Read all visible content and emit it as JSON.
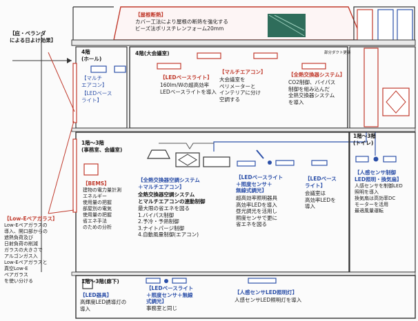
{
  "insulation": {
    "title": "【屋根断熱】",
    "body": "カバー工法により屋根の断熱を強化する\nビーズ法ポリスチレンフォーム20mm"
  },
  "eaves_note": "【庇・ベランダ\nによる日よけ効果】",
  "floor4_hall": {
    "title": "4階\n(ホール)",
    "multi_ac": "【マルチ\nエアコン】",
    "led_base": "【LEDベース\nライト】"
  },
  "floor4_big": {
    "title": "4階(大会議室)",
    "note": "部分ダクト更新",
    "led": {
      "title": "【LEDベースライト】",
      "body": "160lm/Wの超高効率\nLEDベースライトを導入"
    },
    "ac": {
      "title": "【マルチエアコン】",
      "body": "大会議室を\nペリメーターと\nインテリアに分け\n空調する"
    },
    "hx": {
      "title": "【全熱交換器システム】",
      "body": "CO2制御、バイパス\n制御を組み込んだ\n全熱交換器システム\nを導入"
    }
  },
  "floor1_3": {
    "title": "1階～3階\n(事務室、会議室)",
    "bems": {
      "title": "【BEMS】",
      "body": "建物の電力量計測\nエネルギー\n使用量の把握\n部屋別の電気\n使用量の把握\n省エネ手法\nのための分析"
    },
    "hx_ac": {
      "title": "【全熱交換器空調システム\n＋マルチエアコン】",
      "subtitle": "全熱交換器空調システム\nとマルチエアコンの連動制御",
      "body": "最大限の省エネを図る\n1.バイパス制御\n2.予冷・予熱制御\n3.ナイトパージ制御\n4.自動風量制御(エアコン)"
    },
    "led_sensor": {
      "title": "【LEDベースライト\n＋照度センサ＋\n無線式調光】",
      "body": "超高効率照明器具\n高効率LEDを導入\n昼光調光を活用し\n照度センサで更に\n省エネを図る"
    },
    "led_base": {
      "title": "【LEDベース\nライト】",
      "body": "会議室は\n高効率LEDを\n導入"
    }
  },
  "toilet": {
    "title": "1階～3階\n(トイレ)",
    "item_title": "【人感センサ制御\nLED照明・換気扇】",
    "body": "人感センサを制御LED\n照明を導入\n換気扇は高効率DC\nモーターを活用\n最適風量運転"
  },
  "lowe": {
    "title": "【Low-Eペアガラス】",
    "body": "Low-Eペアガラスの\n導入、開口部からの\n遮熱負荷及び\n日射負荷の削減\nガラスの大きさで\nアルゴンガス入\nLow-Eペアガラスと\n真空Low-E\nペアガラス\nを使い分ける"
  },
  "corridor": {
    "title": "1階～3階(廊下)",
    "led": {
      "title": "【LED器具】",
      "body": "高輝度LED誘導灯の\n導入"
    },
    "led_sensor": {
      "title": "【LEDベースライト\n＋照度センサ＋無線\n式調光】",
      "body": "事務室と同じ"
    },
    "motion": {
      "title": "【人感センサLED照明灯】",
      "body": "人感センサLED照明灯を導入"
    }
  },
  "colors": {
    "red": "#c0392b",
    "blue": "#2b4fa8",
    "frame": "#333333",
    "green_panel": "#2f6d5b"
  }
}
